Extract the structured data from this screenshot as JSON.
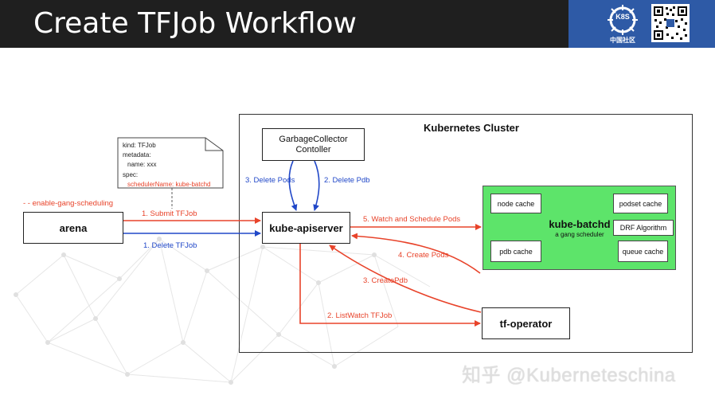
{
  "header": {
    "title": "Create TFJob Workflow"
  },
  "brand": {
    "logo_text": "中国社区",
    "logo_badge": "K8S"
  },
  "cluster": {
    "title": "Kubernetes Cluster"
  },
  "boxes": {
    "gc_line1": "GarbageCollector",
    "gc_line2": "Contoller",
    "arena": "arena",
    "apiserver": "kube-apiserver",
    "tf_operator": "tf-operator"
  },
  "batchd": {
    "title": "kube-batchd",
    "subtitle": "a gang scheduler",
    "node_cache": "node cache",
    "podset_cache": "podset cache",
    "drf": "DRF Algorithm",
    "pdb_cache": "pdb cache",
    "queue_cache": "queue cache"
  },
  "note": {
    "l1": "kind: TFJob",
    "l2": "metadata:",
    "l3": "  name: xxx",
    "l4": "spec:",
    "l5": "  schedulerName: kube-batchd"
  },
  "labels": {
    "gang": "- - enable-gang-scheduling",
    "submit": "1. Submit TFJob",
    "delete_tfjob": "1. Delete TFJob",
    "delete_pods": "3. Delete Pods",
    "delete_pdb": "2. Delete Pdb",
    "watch": "5. Watch and Schedule Pods",
    "create_pods": "4. Create Pods",
    "create_pdb": "3. CreatePdb",
    "listwatch": "2. ListWatch TFJob"
  },
  "colors": {
    "red": "#e8432a",
    "blue": "#2148c8",
    "green": "#5de46a",
    "header": "#1f1f1f",
    "brand": "#2e5aa6"
  },
  "watermark": "知乎 @Kuberneteschina"
}
